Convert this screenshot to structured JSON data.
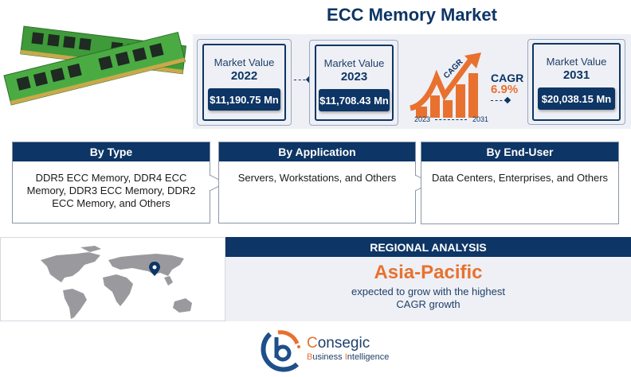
{
  "header": {
    "title": "ECC Memory Market"
  },
  "market_values": [
    {
      "label": "Market Value",
      "year": "2022",
      "value": "$11,190.75 Mn"
    },
    {
      "label": "Market Value",
      "year": "2023",
      "value": "$11,708.43 Mn"
    },
    {
      "label": "Market Value",
      "year": "2031",
      "value": "$20,038.15 Mn"
    }
  ],
  "cagr": {
    "arrow_text": "CAGR",
    "label": "CAGR",
    "value": "6.9%",
    "start_year": "2023",
    "end_year": "2031"
  },
  "segments": [
    {
      "title": "By Type",
      "body": "DDR5 ECC Memory, DDR4 ECC Memory, DDR3 ECC Memory, DDR2 ECC Memory, and Others"
    },
    {
      "title": "By Application",
      "body": "Servers, Workstations, and Others"
    },
    {
      "title": "By End-User",
      "body": "Data Centers, Enterprises, and Others"
    }
  ],
  "regional": {
    "heading": "REGIONAL ANALYSIS",
    "region": "Asia-Pacific",
    "description": "expected to grow with the highest CAGR growth"
  },
  "brand": {
    "name_first": "C",
    "name_rest": "onsegic",
    "sub_b": "B",
    "sub_usiness": "usiness ",
    "sub_i": "I",
    "sub_ntelligence": "ntelligence"
  },
  "colors": {
    "navy": "#0d3565",
    "orange": "#e8712f",
    "panel": "#eef0f5"
  }
}
